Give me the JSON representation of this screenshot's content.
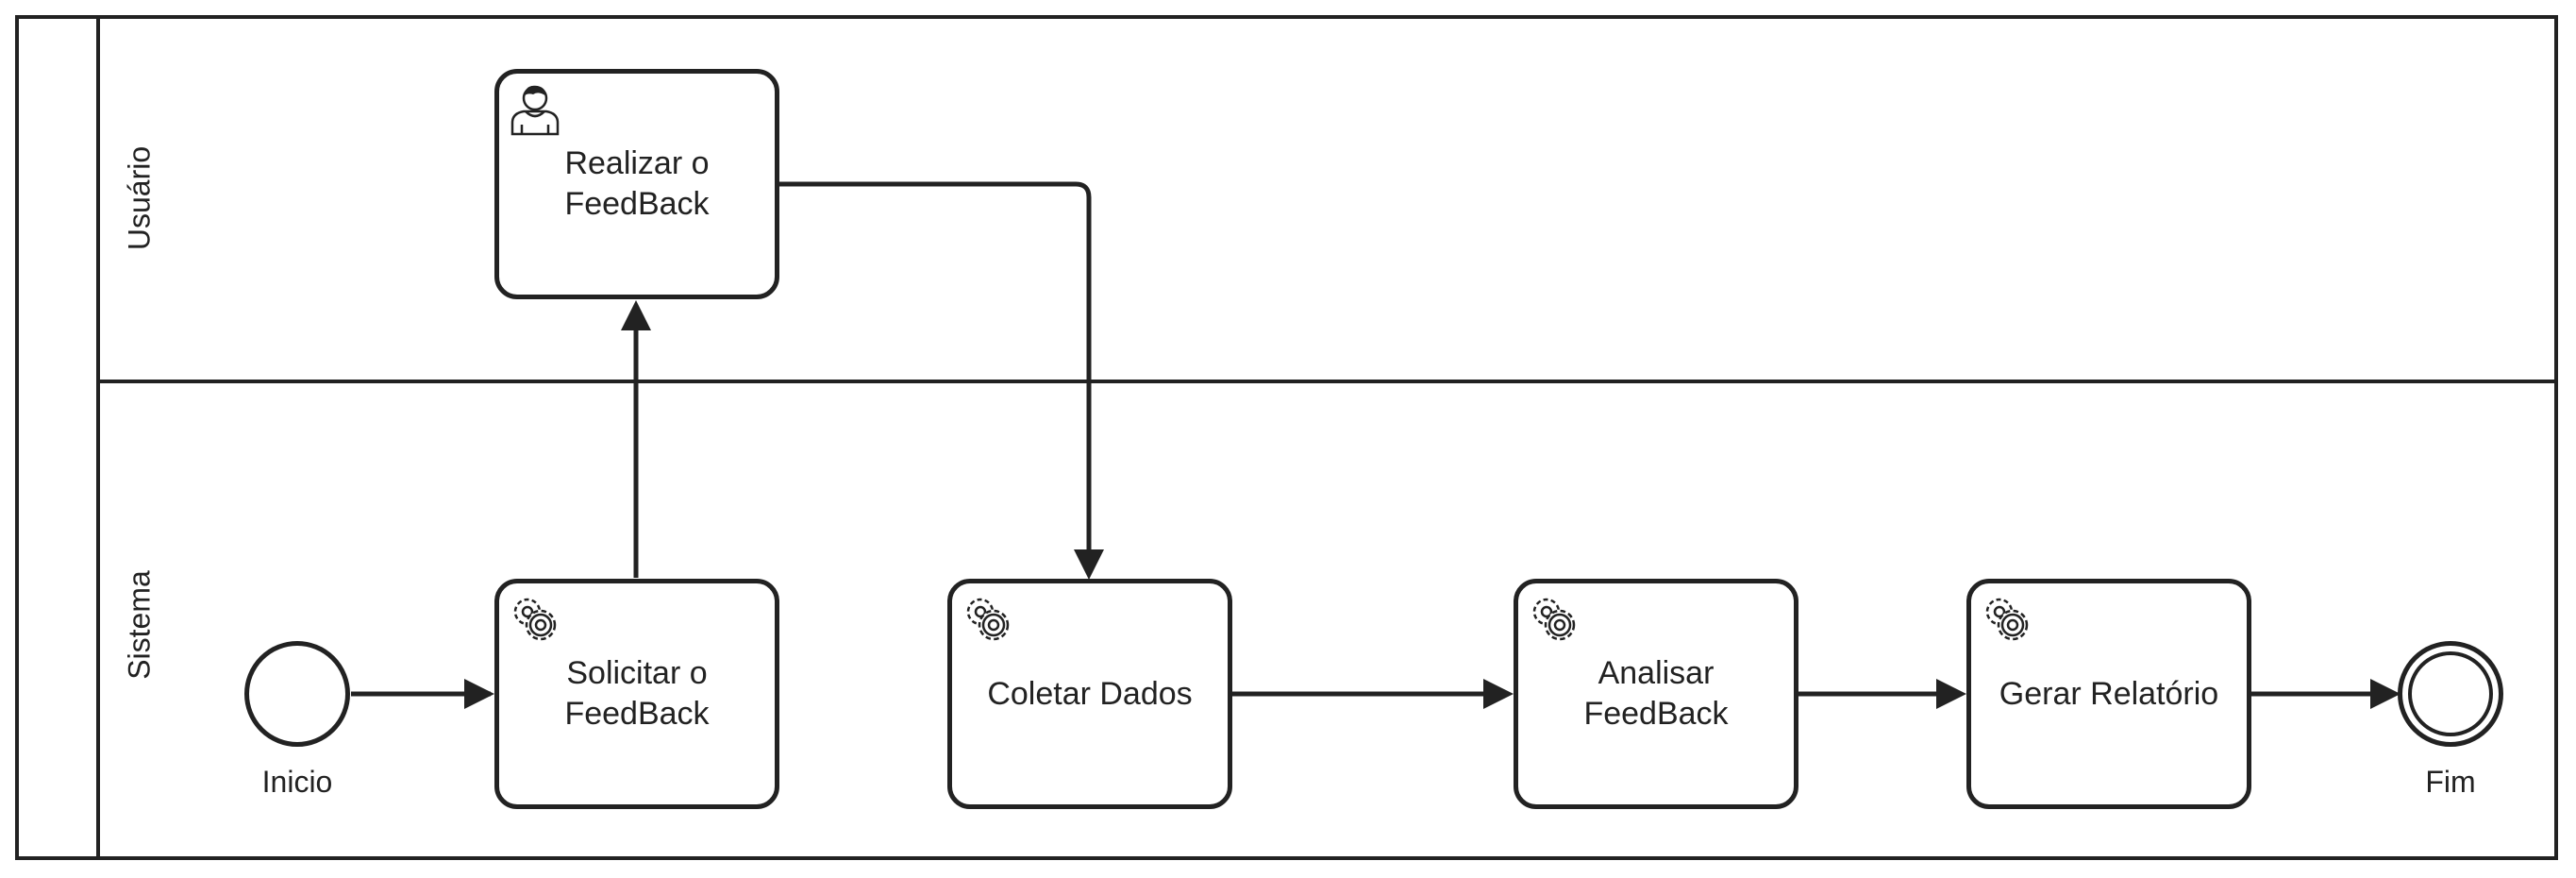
{
  "lanes": {
    "usuario": "Usuário",
    "sistema": "Sistema"
  },
  "tasks": {
    "realizar_feedback": {
      "label": "Realizar o\nFeedBack",
      "type": "user-task",
      "icon": "user-icon"
    },
    "solicitar_feedback": {
      "label": "Solicitar o\nFeedBack",
      "type": "service-task",
      "icon": "gear-icon"
    },
    "coletar_dados": {
      "label": "Coletar Dados",
      "type": "service-task",
      "icon": "gear-icon"
    },
    "analisar_feedback": {
      "label": "Analisar\nFeedBack",
      "type": "service-task",
      "icon": "gear-icon"
    },
    "gerar_relatorio": {
      "label": "Gerar Relatório",
      "type": "service-task",
      "icon": "gear-icon"
    }
  },
  "events": {
    "start": {
      "label": "Inicio",
      "type": "start-event"
    },
    "end": {
      "label": "Fim",
      "type": "end-event"
    }
  },
  "flows": [
    {
      "from": "Inicio",
      "to": "Solicitar o FeedBack"
    },
    {
      "from": "Solicitar o FeedBack",
      "to": "Realizar o FeedBack"
    },
    {
      "from": "Realizar o FeedBack",
      "to": "Coletar Dados"
    },
    {
      "from": "Coletar Dados",
      "to": "Analisar FeedBack"
    },
    {
      "from": "Analisar FeedBack",
      "to": "Gerar Relatório"
    },
    {
      "from": "Gerar Relatório",
      "to": "Fim"
    }
  ],
  "colors": {
    "stroke": "#222222",
    "background": "#ffffff"
  }
}
